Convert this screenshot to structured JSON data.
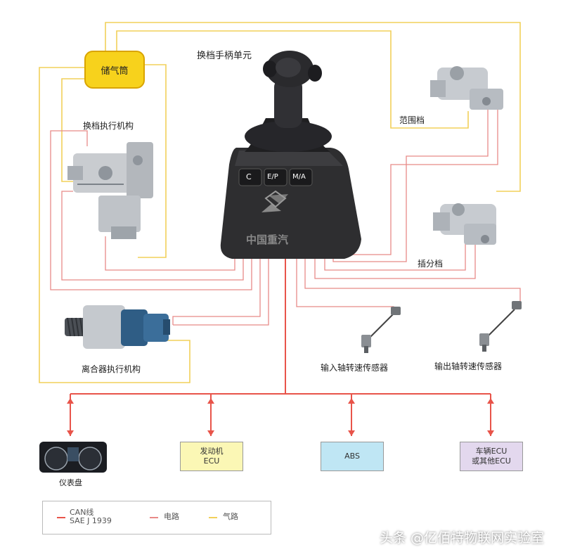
{
  "labels": {
    "shift_lever": "换档手柄单元",
    "air_tank": "储气筒",
    "gear_actuator": "换档执行机构",
    "range_gear": "范围档",
    "split_gear": "插分档",
    "clutch_actuator": "离合器执行机构",
    "input_sensor": "输入轴转速传感器",
    "output_sensor": "输出轴转速传感器",
    "instrument_panel": "仪表盘"
  },
  "lever_buttons": [
    "C",
    "E/P",
    "M/A"
  ],
  "lever_brand": "中国重汽",
  "ecu_boxes": {
    "engine_ecu": [
      "发动机",
      "ECU"
    ],
    "abs": "ABS",
    "vehicle_ecu": [
      "车辆ECU",
      "或其他ECU"
    ]
  },
  "legend": {
    "can": [
      "CAN线",
      "SAE J 1939"
    ],
    "electric": "电路",
    "air": "气路"
  },
  "colors": {
    "can_line": "#e8544a",
    "electric_line": "#e88a88",
    "air_line": "#f2d05a",
    "air_tank_fill": "#f7d21c",
    "engine_box": "#fbf7b5",
    "abs_box": "#bfe6f4",
    "vehicle_box": "#e3d8ee"
  },
  "watermark": "头条 @亿佰特物联网实验室"
}
